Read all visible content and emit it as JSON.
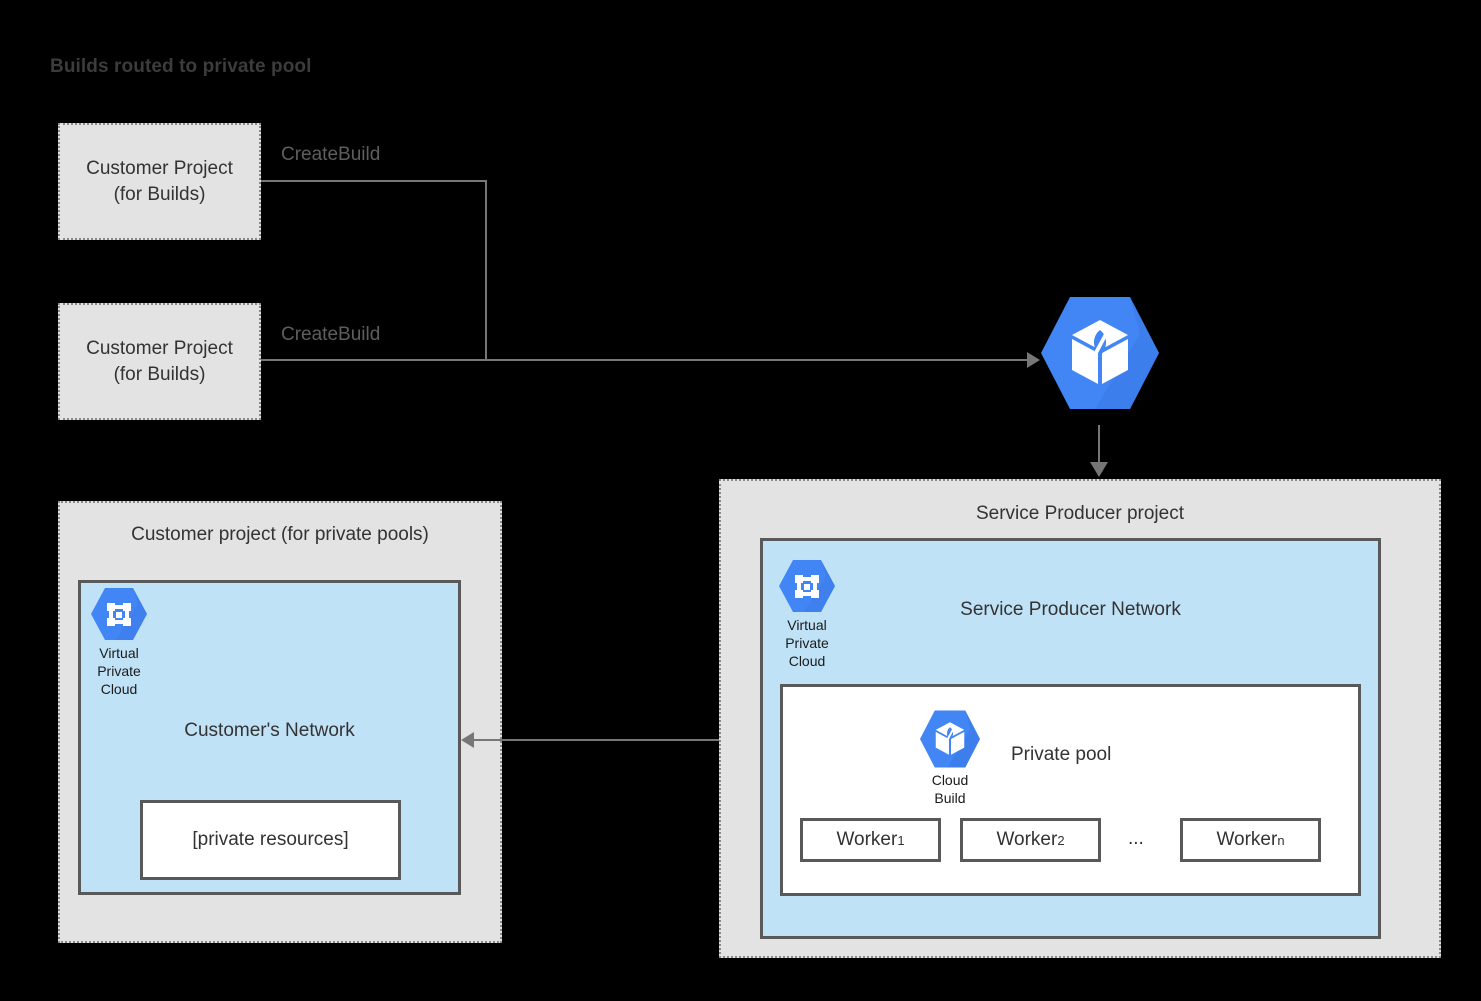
{
  "title": "Builds routed to private pool",
  "colors": {
    "background": "#000000",
    "project_fill": "#e3e3e3",
    "project_border": "#8a8a8a",
    "network_fill": "#c0e2f7",
    "network_border": "#595959",
    "gcp_blue": "#4285f4",
    "connector": "#767676",
    "text": "#333333"
  },
  "customer_build_projects": [
    {
      "line1": "Customer Project",
      "line2": "(for Builds)",
      "edge_label": "CreateBuild"
    },
    {
      "line1": "Customer Project",
      "line2": "(for Builds)",
      "edge_label": "CreateBuild"
    }
  ],
  "cloud_build_service": {
    "icon": "cloud-build-icon"
  },
  "customer_private_pool_project": {
    "label": "Customer project (for private pools)",
    "network": {
      "title": "Customer's Network",
      "vpc": {
        "icon": "virtual-private-cloud-icon",
        "caption_lines": [
          "Virtual",
          "Private",
          "Cloud"
        ]
      },
      "resources_box": {
        "label": "[private resources]"
      }
    }
  },
  "service_producer_project": {
    "label": "Service Producer project",
    "network": {
      "title": "Service Producer Network",
      "vpc": {
        "icon": "virtual-private-cloud-icon",
        "caption_lines": [
          "Virtual",
          "Private",
          "Cloud"
        ]
      },
      "private_pool": {
        "title": "Private pool",
        "cloud_build": {
          "icon": "cloud-build-icon",
          "caption_lines": [
            "Cloud",
            "Build"
          ]
        },
        "workers": [
          {
            "name": "Worker",
            "subscript": "1"
          },
          {
            "name": "Worker",
            "subscript": "2"
          },
          {
            "name": "Worker",
            "subscript": "n"
          }
        ],
        "ellipsis": "..."
      }
    }
  },
  "connections": {
    "networks_peering": {
      "direction": "bidirectional"
    },
    "cloudbuild_to_producer": {
      "direction": "down"
    }
  }
}
